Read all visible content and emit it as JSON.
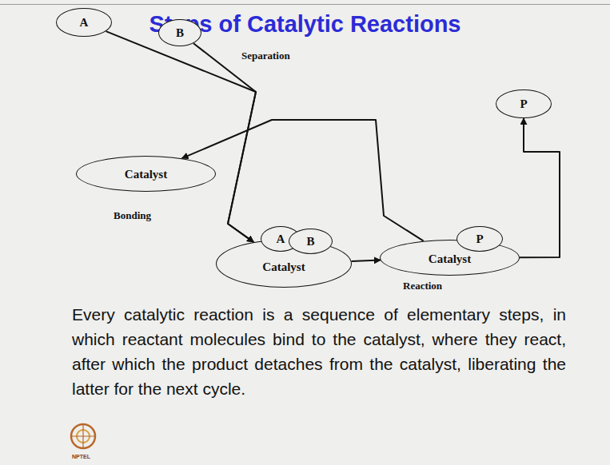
{
  "diagram": {
    "title": "Steps of Catalytic Reactions",
    "caption": "Every catalytic reaction is a sequence of elementary steps, in which reactant molecules bind to the catalyst, where they react, after which the product detaches from the catalyst, liberating the latter for the next cycle.",
    "nodes": [
      {
        "text": [
          "A"
        ]
      },
      {
        "text": [
          "B"
        ]
      },
      {
        "text": [
          "P"
        ]
      },
      {
        "text": [
          "Catalyst"
        ]
      },
      {
        "text": [
          "Catalyst"
        ]
      },
      {
        "text": [
          "A"
        ],
        "in": 4
      },
      {
        "text": [
          "B"
        ],
        "in": 4
      },
      {
        "text": [
          "Catalyst"
        ]
      },
      {
        "text": [
          "P"
        ],
        "in": 7
      }
    ],
    "edges": [
      {
        "from": 0,
        "to": 4,
        "arrow": "to"
      },
      {
        "from": 1,
        "to": 4,
        "arrow": "to"
      },
      {
        "from": 4,
        "to": 7,
        "arrow": "to"
      },
      {
        "from": 7,
        "to": 2,
        "arrow": "to"
      },
      {
        "from": 7,
        "to": 3,
        "arrow": "to"
      }
    ],
    "labels": [
      "Separation",
      "Bonding",
      "Reaction",
      "NPTEL"
    ]
  }
}
